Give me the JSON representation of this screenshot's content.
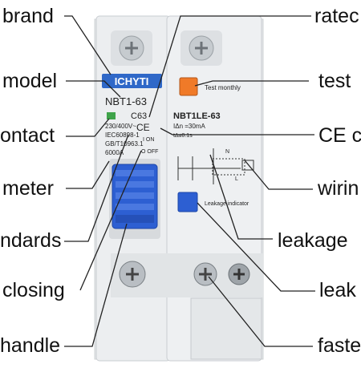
{
  "callouts_left": [
    {
      "key": "brand",
      "text": "brand"
    },
    {
      "key": "model",
      "text": "model"
    },
    {
      "key": "contact",
      "text": "ontact"
    },
    {
      "key": "meter",
      "text": "meter"
    },
    {
      "key": "standards",
      "text": "ndards"
    },
    {
      "key": "closing",
      "text": "closing"
    },
    {
      "key": "handle",
      "text": "handle"
    }
  ],
  "callouts_right": [
    {
      "key": "rated",
      "text": "ratec"
    },
    {
      "key": "test",
      "text": "test"
    },
    {
      "key": "ce",
      "text": "CE c"
    },
    {
      "key": "wiring",
      "text": "wirin"
    },
    {
      "key": "leakage",
      "text": "leakage"
    },
    {
      "key": "leak",
      "text": "leak"
    },
    {
      "key": "fasten",
      "text": "faste"
    }
  ],
  "device": {
    "left_module": {
      "brand": "ICHYTI",
      "model": "NBT1-63",
      "rating": "C63",
      "voltage": "230/400V~",
      "standard_1": "IEC60898-1",
      "standard_2": "GB/T10963.1",
      "breaking": "6000A",
      "on_label": "I ON",
      "off_label": "O OFF"
    },
    "right_module": {
      "model": "NBT1LE-63",
      "residual_current": "IΔn =30mA",
      "break_time": "tΔ≤0.1s",
      "test_label": "Test monthly",
      "leak_label": "Leakage indicator",
      "terminal_n": "N",
      "terminal_l": "L"
    }
  },
  "colors": {
    "body": "#eceef0",
    "handle": "#2d5fd2",
    "test_button": "#f07a28",
    "indicator": "#2d5fd2",
    "brand_badge": "#2f68c8"
  }
}
